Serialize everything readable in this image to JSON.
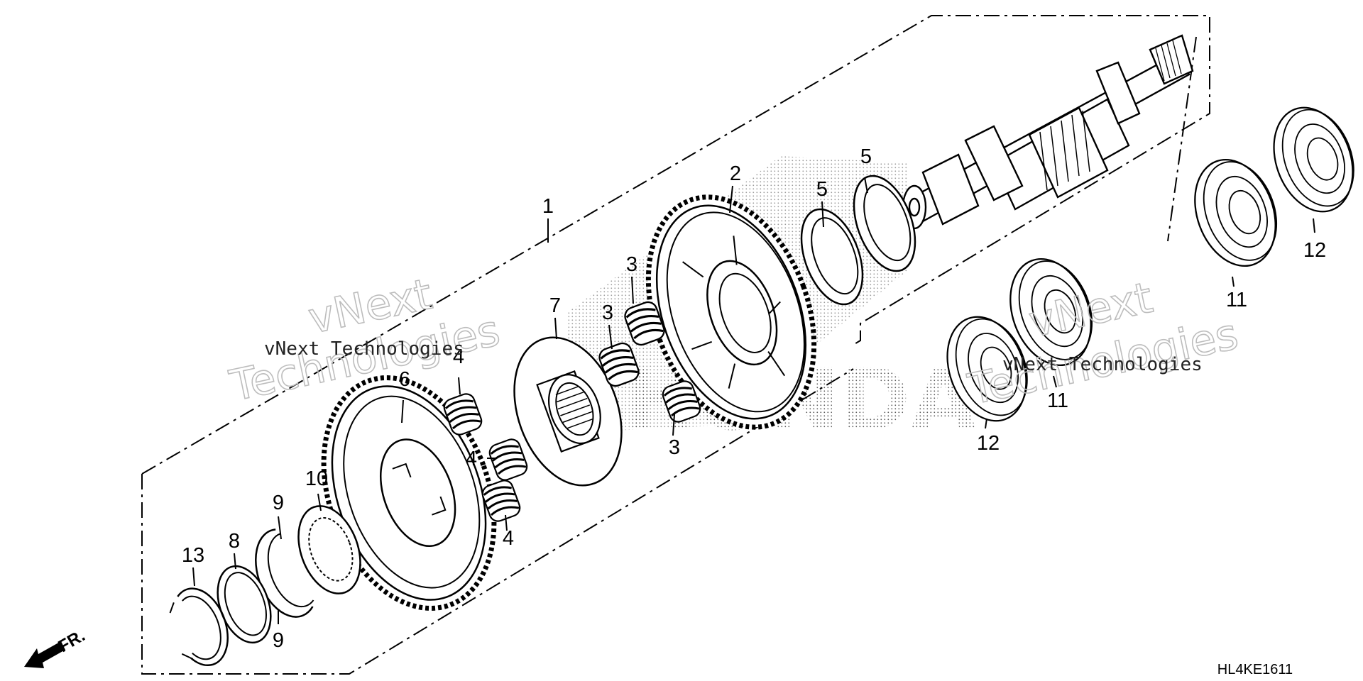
{
  "diagram": {
    "drawing_code": "HL4KE1611",
    "direction_label": "FR.",
    "brand_watermark": "HONDA",
    "watermarks": [
      {
        "line1": "vNext",
        "line2": "Technologies",
        "caption": "vNext Technologies"
      },
      {
        "line1": "vNext",
        "line2": "Technologies",
        "caption": "vNext Technologies"
      }
    ],
    "callouts": [
      {
        "id": "c1",
        "number": "1",
        "part": "shaft-assembly"
      },
      {
        "id": "c2",
        "number": "2",
        "part": "large-gear"
      },
      {
        "id": "c3a",
        "number": "3",
        "part": "spring"
      },
      {
        "id": "c3b",
        "number": "3",
        "part": "spring"
      },
      {
        "id": "c3c",
        "number": "3",
        "part": "spring"
      },
      {
        "id": "c4a",
        "number": "4",
        "part": "spring"
      },
      {
        "id": "c4b",
        "number": "4",
        "part": "spring"
      },
      {
        "id": "c4c",
        "number": "4",
        "part": "spring"
      },
      {
        "id": "c5a",
        "number": "5",
        "part": "thrust-washer"
      },
      {
        "id": "c5b",
        "number": "5",
        "part": "thrust-washer"
      },
      {
        "id": "c6",
        "number": "6",
        "part": "gear"
      },
      {
        "id": "c7",
        "number": "7",
        "part": "damper-hub"
      },
      {
        "id": "c8",
        "number": "8",
        "part": "ring"
      },
      {
        "id": "c9a",
        "number": "9",
        "part": "split-ring"
      },
      {
        "id": "c9b",
        "number": "9",
        "part": "split-ring"
      },
      {
        "id": "c10",
        "number": "10",
        "part": "splined-washer"
      },
      {
        "id": "c11a",
        "number": "11",
        "part": "ball-bearing"
      },
      {
        "id": "c11b",
        "number": "11",
        "part": "ball-bearing"
      },
      {
        "id": "c12a",
        "number": "12",
        "part": "sealed-bearing"
      },
      {
        "id": "c12b",
        "number": "12",
        "part": "sealed-bearing"
      },
      {
        "id": "c13",
        "number": "13",
        "part": "snap-ring"
      }
    ]
  }
}
